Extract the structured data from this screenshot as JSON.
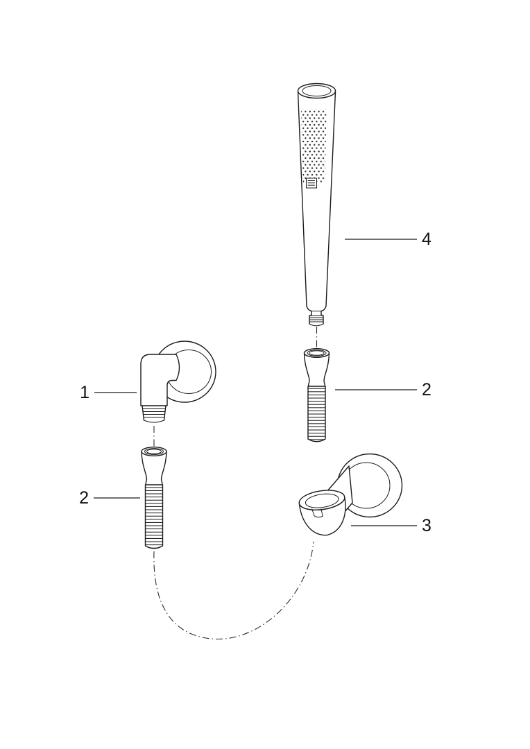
{
  "meta": {
    "background_color": "#ffffff",
    "line_color": "#1b1b1b"
  },
  "diagram": {
    "type": "exploded-parts-diagram",
    "subject": "hand shower set with wall elbow, hose connectors and wall bracket",
    "callouts": [
      {
        "label": "1",
        "part": "wall-elbow"
      },
      {
        "label": "2",
        "part": "hose-connector-left"
      },
      {
        "label": "2",
        "part": "hose-connector-right"
      },
      {
        "label": "3",
        "part": "wall-bracket"
      },
      {
        "label": "4",
        "part": "hand-shower"
      }
    ]
  }
}
